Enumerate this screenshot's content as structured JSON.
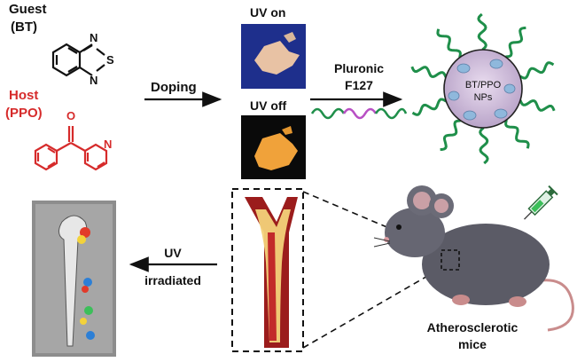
{
  "guest": {
    "title": "Guest",
    "abbr": "(BT)",
    "atoms": {
      "n1": "N",
      "s": "S",
      "n2": "N"
    }
  },
  "host": {
    "title": "Host",
    "abbr": "(PPO)",
    "atoms": {
      "o": "O",
      "n": "N"
    }
  },
  "steps": {
    "doping": "Doping",
    "uv_on": "UV on",
    "uv_off": "UV off",
    "pluronic_line1": "Pluronic",
    "pluronic_line2": "F127",
    "np_line1": "BT/PPO",
    "np_line2": "NPs",
    "uv_irr_line1": "UV",
    "uv_irr_line2": "irradiated",
    "mice_line1": "Atherosclerotic",
    "mice_line2": "mice"
  },
  "colors": {
    "host_red": "#d62b2b",
    "uv_on_bg": "#1e2f8c",
    "uv_off_bg": "#0a0a0a",
    "glow": "#f0a23a",
    "micelle_green": "#1f8f4a",
    "mouse_gray": "#5b5b66"
  }
}
